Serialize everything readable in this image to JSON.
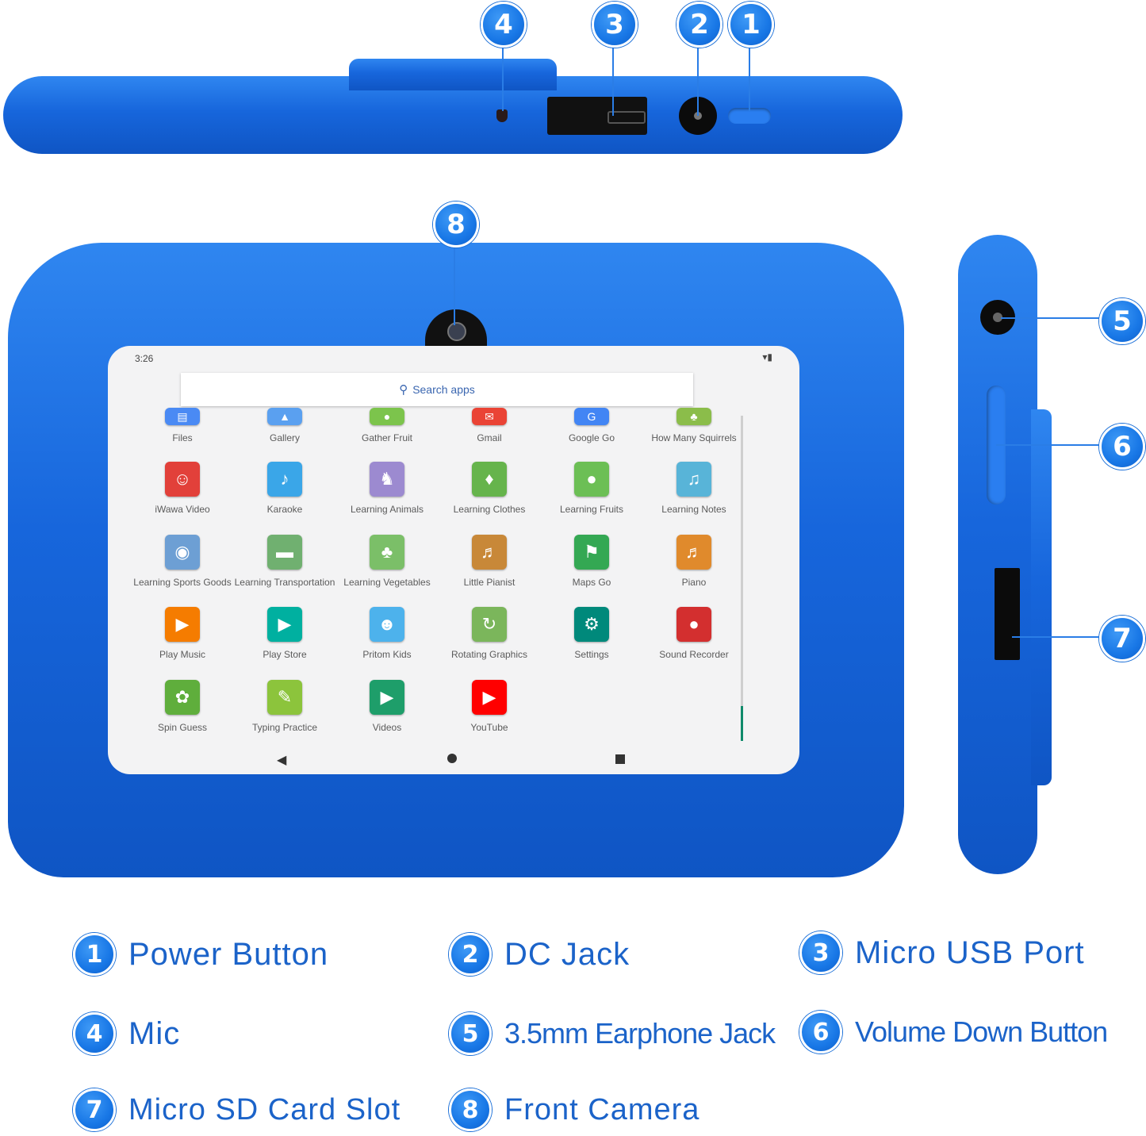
{
  "callouts": [
    "1",
    "2",
    "3",
    "4",
    "5",
    "6",
    "7",
    "8"
  ],
  "screen": {
    "time": "3:26",
    "search_placeholder": "Search apps",
    "apps": [
      {
        "label": "Files",
        "icon": "files-icon",
        "color": "#4a8af4"
      },
      {
        "label": "Gallery",
        "icon": "gallery-icon",
        "color": "#5aa0f0"
      },
      {
        "label": "Gather Fruit",
        "icon": "fruit-icon",
        "color": "#7cc44c"
      },
      {
        "label": "Gmail",
        "icon": "gmail-icon",
        "color": "#ea4335"
      },
      {
        "label": "Google Go",
        "icon": "google-go-icon",
        "color": "#4285f4"
      },
      {
        "label": "How Many Squirrels",
        "icon": "squirrel-icon",
        "color": "#8bbd4a"
      },
      {
        "label": "iWawa Video",
        "icon": "iwawa-icon",
        "color": "#e2403a"
      },
      {
        "label": "Karaoke",
        "icon": "karaoke-icon",
        "color": "#3aa6e8"
      },
      {
        "label": "Learning Animals",
        "icon": "animals-icon",
        "color": "#9c8ad0"
      },
      {
        "label": "Learning Clothes",
        "icon": "clothes-icon",
        "color": "#66b44c"
      },
      {
        "label": "Learning Fruits",
        "icon": "fruits-icon",
        "color": "#6cbf55"
      },
      {
        "label": "Learning Notes",
        "icon": "notes-icon",
        "color": "#58b4d8"
      },
      {
        "label": "Learning Sports Goods",
        "icon": "sports-icon",
        "color": "#6d9fd4"
      },
      {
        "label": "Learning Transportation",
        "icon": "transport-icon",
        "color": "#70b070"
      },
      {
        "label": "Learning Vegetables",
        "icon": "vegetables-icon",
        "color": "#7bbf68"
      },
      {
        "label": "Little Pianist",
        "icon": "pianist-icon",
        "color": "#c88838"
      },
      {
        "label": "Maps Go",
        "icon": "maps-icon",
        "color": "#34a853"
      },
      {
        "label": "Piano",
        "icon": "piano-icon",
        "color": "#e08a2c"
      },
      {
        "label": "Play Music",
        "icon": "play-music-icon",
        "color": "#f57c00"
      },
      {
        "label": "Play Store",
        "icon": "play-store-icon",
        "color": "#00b0a0"
      },
      {
        "label": "Pritom Kids",
        "icon": "bear-icon",
        "color": "#4db2ec"
      },
      {
        "label": "Rotating Graphics",
        "icon": "rotating-icon",
        "color": "#7bb65b"
      },
      {
        "label": "Settings",
        "icon": "gear-icon",
        "color": "#00897b"
      },
      {
        "label": "Sound Recorder",
        "icon": "microphone-icon",
        "color": "#d32f2f"
      },
      {
        "label": "Spin Guess",
        "icon": "spin-icon",
        "color": "#5fae3c"
      },
      {
        "label": "Typing Practice",
        "icon": "typing-icon",
        "color": "#8cc43c"
      },
      {
        "label": "Videos",
        "icon": "video-play-icon",
        "color": "#1e9e6a"
      },
      {
        "label": "YouTube",
        "icon": "youtube-icon",
        "color": "#ff0000"
      }
    ]
  },
  "legend": [
    {
      "num": "1",
      "text": "Power Button"
    },
    {
      "num": "2",
      "text": "DC Jack"
    },
    {
      "num": "3",
      "text": "Micro USB Port"
    },
    {
      "num": "4",
      "text": "Mic"
    },
    {
      "num": "5",
      "text": "3.5mm Earphone Jack"
    },
    {
      "num": "6",
      "text": "Volume Down Button"
    },
    {
      "num": "7",
      "text": "Micro SD Card Slot"
    },
    {
      "num": "8",
      "text": "Front Camera"
    }
  ],
  "colors": {
    "case": "#1565d8",
    "legend_text": "#1b63c9"
  }
}
